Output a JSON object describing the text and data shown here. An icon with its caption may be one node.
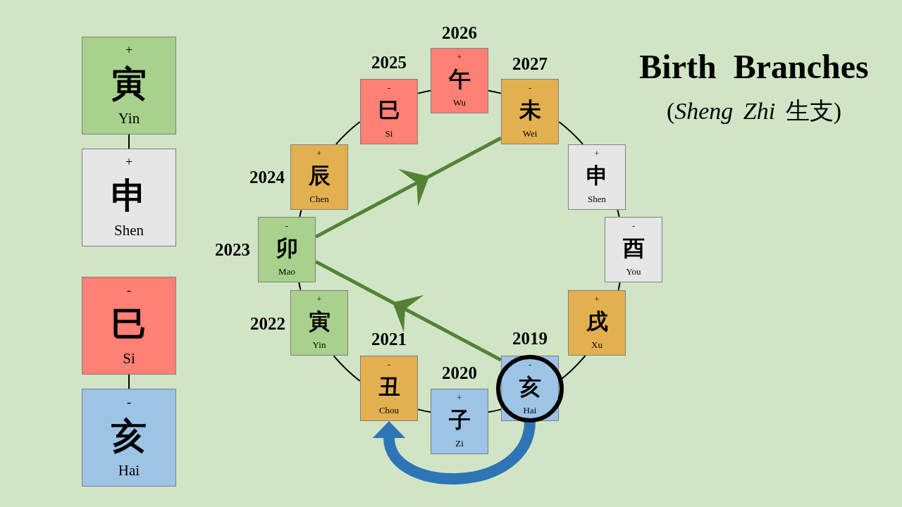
{
  "diagram": {
    "title": "Birth Branches",
    "nodes": [
      {
        "text": [
          "+",
          "寅",
          "Yin"
        ]
      },
      {
        "text": [
          "+",
          "申",
          "Shen"
        ]
      },
      {
        "text": [
          "-",
          "巳",
          "Si"
        ]
      },
      {
        "text": [
          "-",
          "亥",
          "Hai"
        ]
      },
      {
        "text": [
          "-",
          "亥",
          "Hai"
        ],
        "beside": [
          "2019"
        ]
      },
      {
        "text": [
          "+",
          "子",
          "Zi"
        ],
        "beside": [
          "2020"
        ]
      },
      {
        "text": [
          "-",
          "丑",
          "Chou"
        ],
        "beside": [
          "2021"
        ]
      },
      {
        "text": [
          "+",
          "寅",
          "Yin"
        ],
        "beside": [
          "2022"
        ]
      },
      {
        "text": [
          "-",
          "卯",
          "Mao"
        ],
        "beside": [
          "2023"
        ]
      },
      {
        "text": [
          "+",
          "辰",
          "Chen"
        ],
        "beside": [
          "2024"
        ]
      },
      {
        "text": [
          "-",
          "巳",
          "Si"
        ],
        "beside": [
          "2025"
        ]
      },
      {
        "text": [
          "+",
          "午",
          "Wu"
        ],
        "beside": [
          "2026"
        ]
      },
      {
        "text": [
          "-",
          "未",
          "Wei"
        ],
        "beside": [
          "2027"
        ]
      },
      {
        "text": [
          "+",
          "申",
          "Shen"
        ]
      },
      {
        "text": [
          "-",
          "酉",
          "You"
        ]
      },
      {
        "text": [
          "+",
          "戌",
          "Xu"
        ]
      }
    ],
    "edges": [
      {
        "from": 0,
        "to": 1,
        "arrow": "none"
      },
      {
        "from": 2,
        "to": 3,
        "arrow": "none"
      },
      {
        "from": 4,
        "to": 5,
        "arrow": "none"
      },
      {
        "from": 5,
        "to": 6,
        "arrow": "none"
      },
      {
        "from": 6,
        "to": 7,
        "arrow": "none"
      },
      {
        "from": 7,
        "to": 8,
        "arrow": "none"
      },
      {
        "from": 8,
        "to": 9,
        "arrow": "none"
      },
      {
        "from": 9,
        "to": 10,
        "arrow": "none"
      },
      {
        "from": 10,
        "to": 11,
        "arrow": "none"
      },
      {
        "from": 11,
        "to": 12,
        "arrow": "none"
      },
      {
        "from": 12,
        "to": 13,
        "arrow": "none"
      },
      {
        "from": 13,
        "to": 14,
        "arrow": "none"
      },
      {
        "from": 14,
        "to": 15,
        "arrow": "none"
      },
      {
        "from": 15,
        "to": 4,
        "arrow": "none"
      },
      {
        "from": 4,
        "to": 8,
        "arrow": "to",
        "style": "thick",
        "color": "#548235"
      },
      {
        "from": 8,
        "to": 12,
        "arrow": "to",
        "style": "thick",
        "color": "#548235"
      },
      {
        "from": 4,
        "to": 6,
        "arrow": "to",
        "style": "thick",
        "color": "#2e75b6"
      }
    ],
    "labels": [
      "(*Sheng Zhi* 生支)"
    ]
  }
}
